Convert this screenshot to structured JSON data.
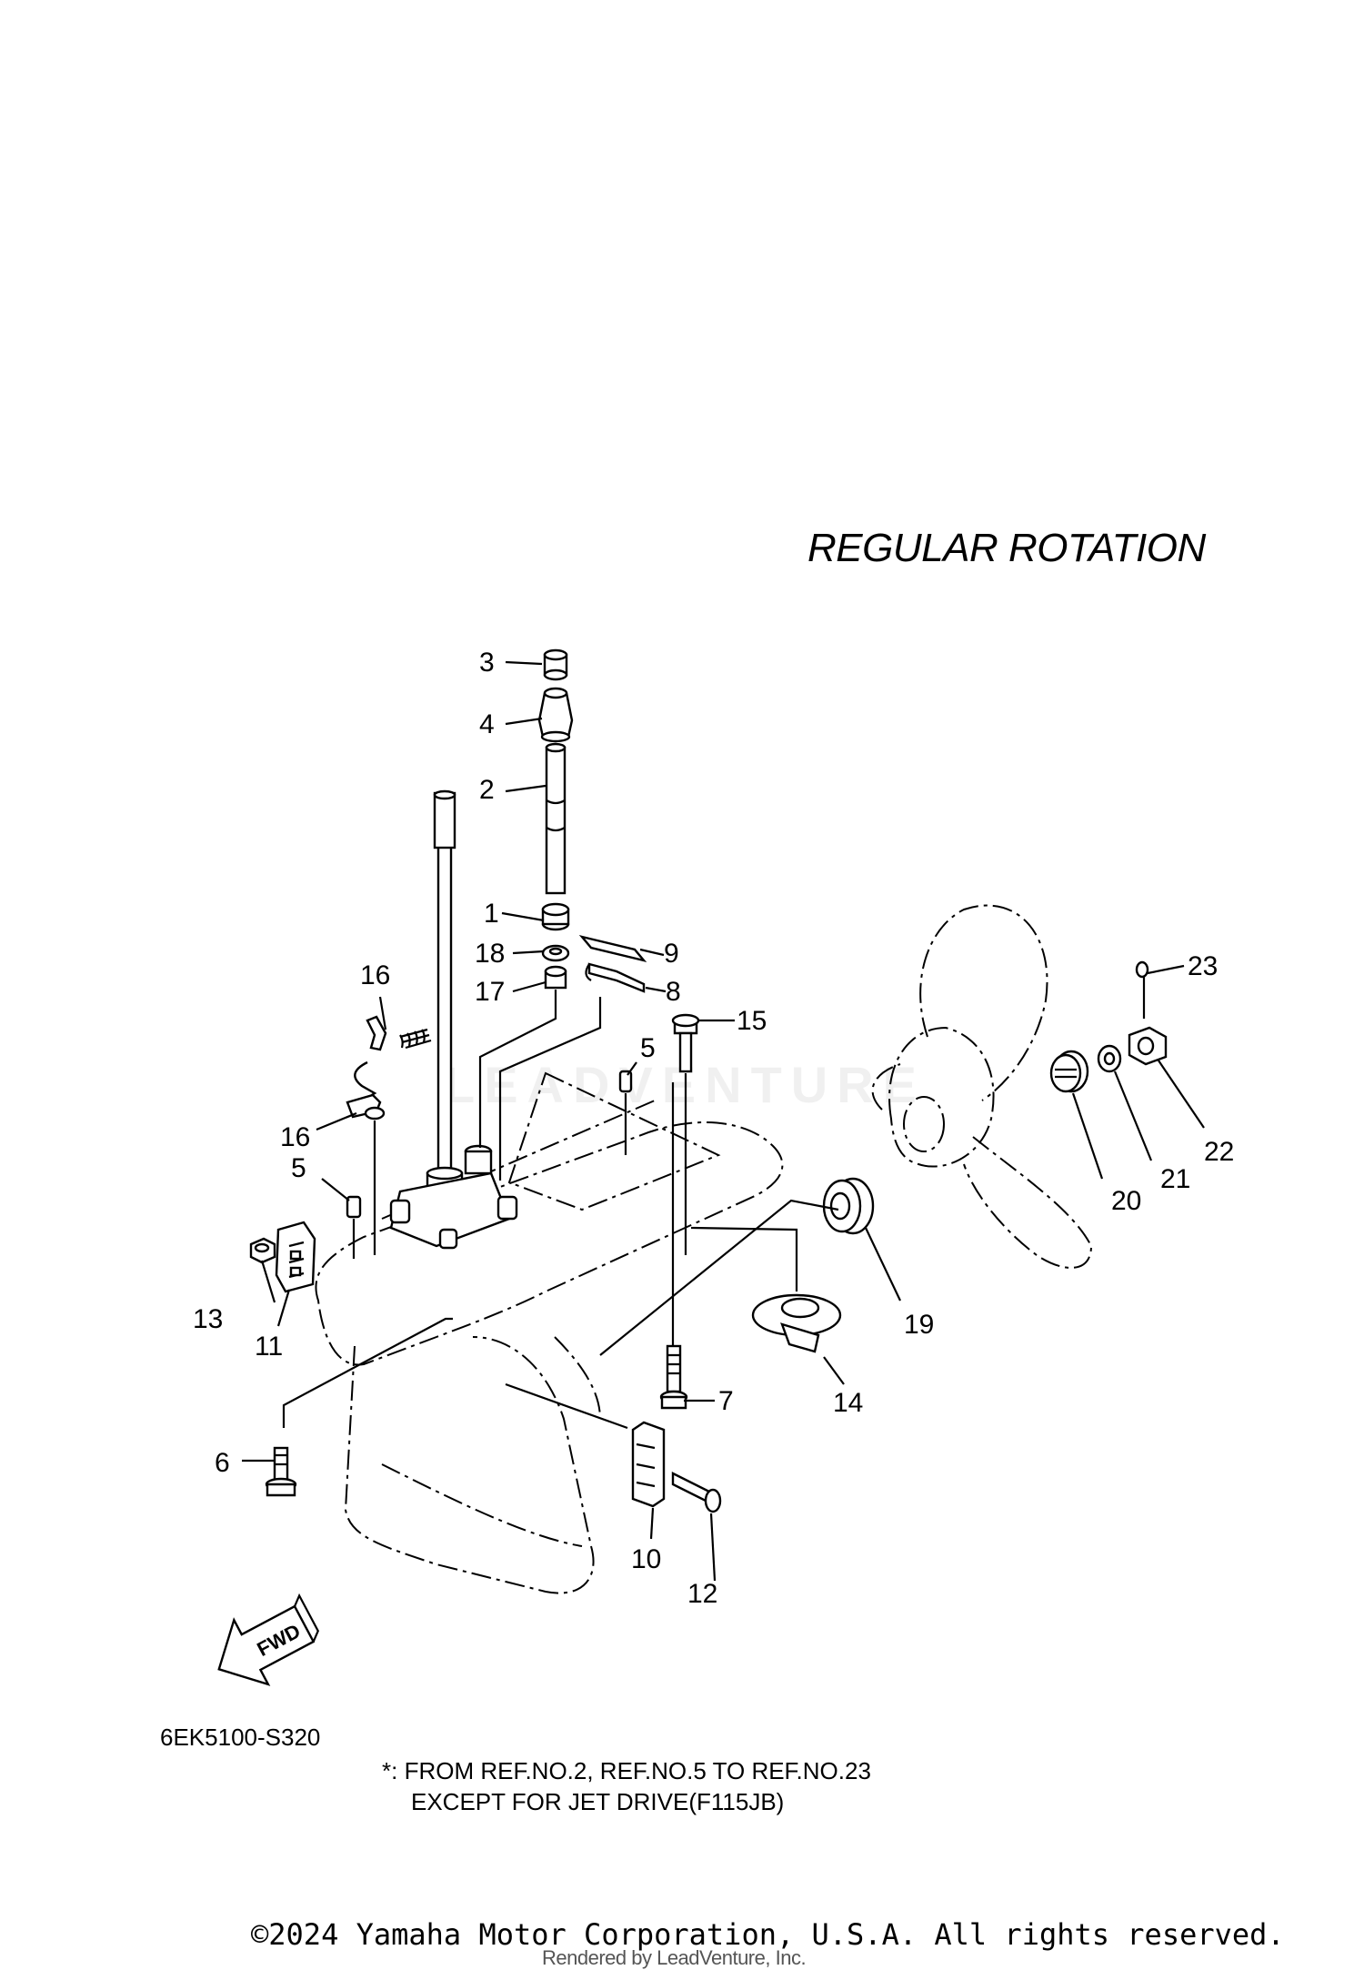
{
  "title": "REGULAR ROTATION",
  "diagram_code": "6EK5100-S320",
  "note": {
    "line1": "*: FROM REF.NO.2, REF.NO.5 TO REF.NO.23",
    "line2": "EXCEPT FOR JET DRIVE(F115JB)"
  },
  "fwd_label": "FWD",
  "copyright": "©2024 Yamaha Motor Corporation, U.S.A. All rights reserved.",
  "rendered_by": "Rendered by LeadVenture, Inc.",
  "watermark": "LEADVENTURE",
  "callouts": {
    "c1": "1",
    "c2": "2",
    "c3": "3",
    "c4": "4",
    "c5a": "5",
    "c5b": "5",
    "c6": "6",
    "c7": "7",
    "c8": "8",
    "c9": "9",
    "c10": "10",
    "c11": "11",
    "c12": "12",
    "c13": "13",
    "c14": "14",
    "c15": "15",
    "c16a": "16",
    "c16b": "16",
    "c17": "17",
    "c18": "18",
    "c19": "19",
    "c20": "20",
    "c21": "21",
    "c22": "22",
    "c23": "23"
  }
}
